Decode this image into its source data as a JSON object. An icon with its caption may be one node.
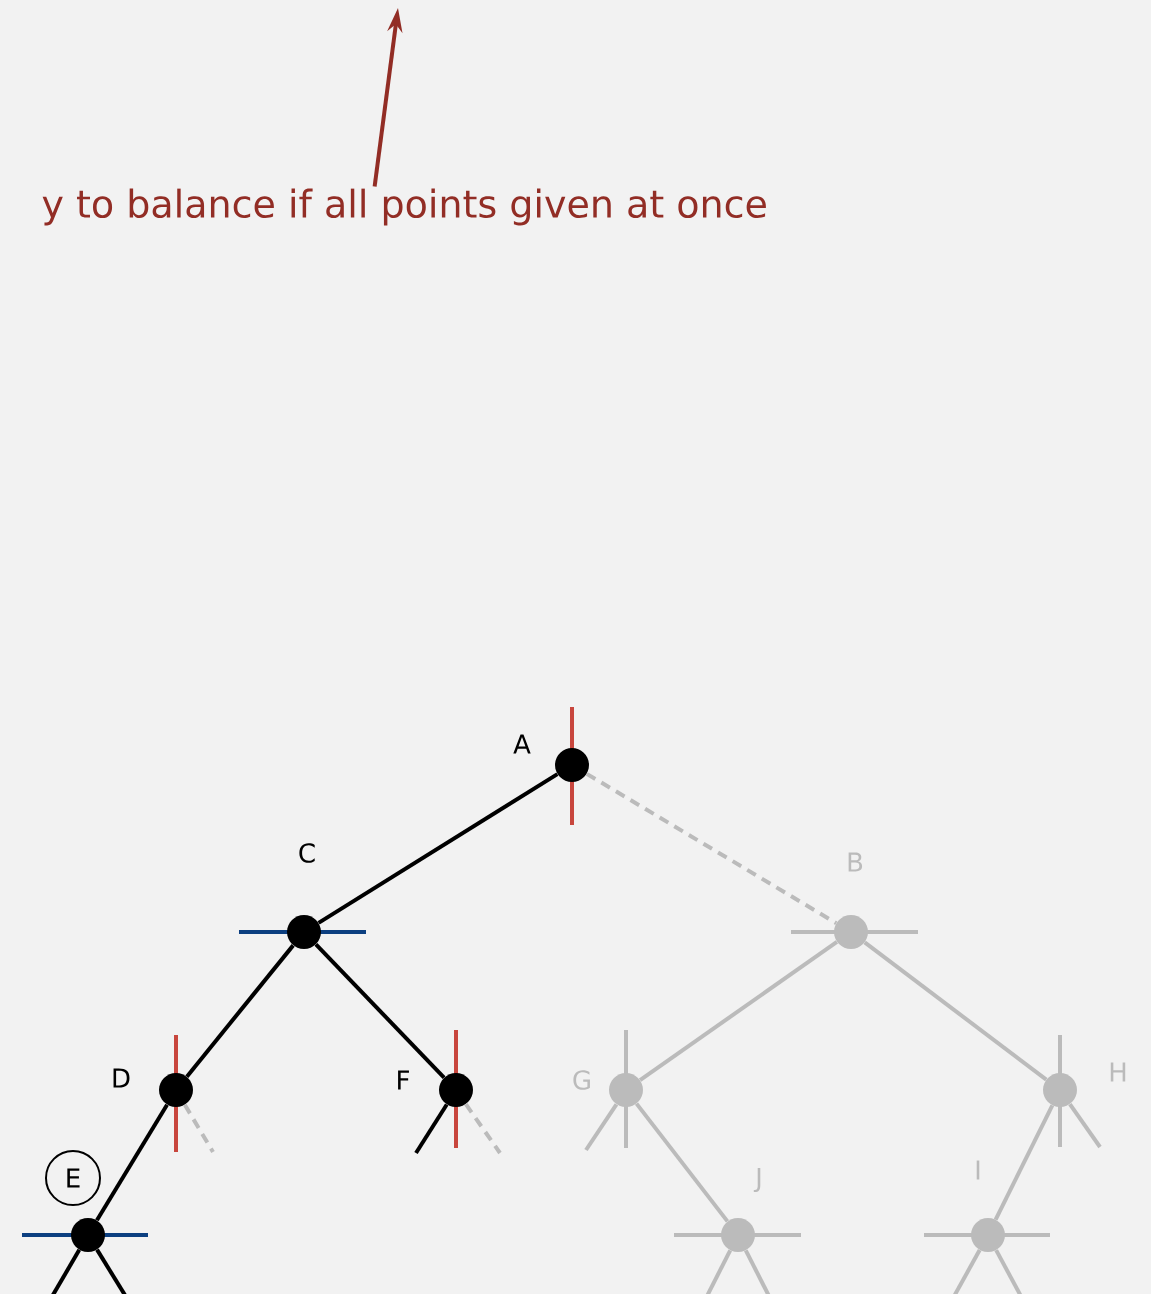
{
  "diagram": {
    "nodes": [
      {
        "text": [
          "y to balance if all points given at once"
        ]
      },
      {
        "text": [],
        "shape": "circle",
        "beside": [
          "A"
        ]
      },
      {
        "text": [],
        "shape": "circle",
        "beside": [
          "C"
        ]
      },
      {
        "text": [],
        "shape": "circle",
        "beside": [
          "B"
        ]
      },
      {
        "text": [],
        "shape": "circle",
        "beside": [
          "D"
        ]
      },
      {
        "text": [],
        "shape": "circle",
        "beside": [
          "F"
        ]
      },
      {
        "text": [],
        "shape": "circle",
        "beside": [
          "G"
        ]
      },
      {
        "text": [],
        "shape": "circle",
        "beside": [
          "H"
        ]
      },
      {
        "text": [
          "E"
        ]
      },
      {
        "text": [],
        "shape": "circle"
      },
      {
        "text": [],
        "shape": "circle",
        "beside": [
          "J"
        ]
      },
      {
        "text": [],
        "shape": "circle",
        "beside": [
          "I"
        ]
      }
    ],
    "edges": [
      {
        "from": 0,
        "to": null,
        "arrow": "to",
        "color": "#922d25"
      },
      {
        "from": 1,
        "to": 2,
        "arrow": "none",
        "color": "#000000"
      },
      {
        "from": 1,
        "to": 3,
        "arrow": "none",
        "style": "dashed"
      },
      {
        "from": 2,
        "to": 4,
        "arrow": "none",
        "color": "#000000"
      },
      {
        "from": 2,
        "to": 5,
        "arrow": "none",
        "color": "#000000"
      },
      {
        "from": 3,
        "to": 6,
        "arrow": "none"
      },
      {
        "from": 3,
        "to": 7,
        "arrow": "none"
      },
      {
        "from": 4,
        "to": 9,
        "arrow": "none",
        "color": "#000000"
      },
      {
        "from": 6,
        "to": 10,
        "arrow": "none"
      },
      {
        "from": 7,
        "to": 11,
        "arrow": "none"
      },
      {
        "from": 4,
        "to": null,
        "arrow": "none",
        "style": "dashed"
      },
      {
        "from": 5,
        "to": null,
        "arrow": "none",
        "color": "#000000"
      },
      {
        "from": 5,
        "to": null,
        "arrow": "none",
        "style": "dashed"
      },
      {
        "from": 9,
        "to": null,
        "arrow": "none",
        "color": "#000000"
      },
      {
        "from": 9,
        "to": null,
        "arrow": "none",
        "color": "#000000"
      },
      {
        "from": 6,
        "to": null,
        "arrow": "none"
      },
      {
        "from": 7,
        "to": null,
        "arrow": "none"
      },
      {
        "from": 10,
        "to": null,
        "arrow": "none"
      },
      {
        "from": 10,
        "to": null,
        "arrow": "none"
      },
      {
        "from": 11,
        "to": null,
        "arrow": "none"
      },
      {
        "from": 11,
        "to": null,
        "arrow": "none"
      }
    ]
  }
}
